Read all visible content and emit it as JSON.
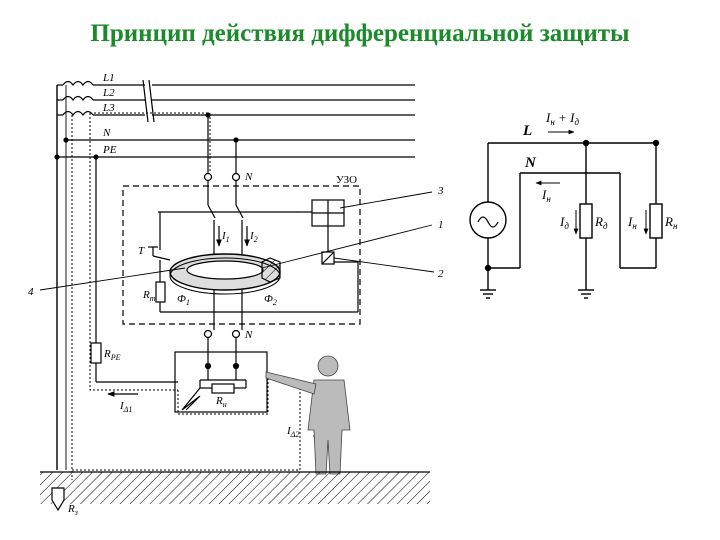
{
  "title": {
    "text": "Принцип действия дифференциальной защиты",
    "color": "#1a8a2a"
  },
  "left_schematic": {
    "lines": [
      "L1",
      "L2",
      "L3",
      "N",
      "PE"
    ],
    "uzo_label": "УЗО",
    "neutral_top": "N",
    "neutral_bottom": "N",
    "current_1": "I",
    "current_1_sub": "1",
    "current_2": "I",
    "current_2_sub": "2",
    "test_button": "T",
    "resistor_t": "R",
    "resistor_t_sub": "т",
    "flux_1": "Ф",
    "flux_1_sub": "1",
    "flux_2": "Ф",
    "flux_2_sub": "2",
    "callout_1": "1",
    "callout_2": "2",
    "callout_3": "3",
    "callout_4": "4",
    "resistor_pe": "R",
    "resistor_pe_sub": "PE",
    "load_resistor": "R",
    "load_resistor_sub": "н",
    "leak_current_1": "I",
    "leak_current_1_sub": "Δ1",
    "leak_current_2": "I",
    "leak_current_2_sub": "Δ2",
    "ground_resistor": "R",
    "ground_resistor_sub": "з"
  },
  "right_schematic": {
    "line_l": "L",
    "line_n": "N",
    "current_sum_a": "I",
    "current_sum_a_sub": "н",
    "current_sum_plus": " + ",
    "current_sum_b": "I",
    "current_sum_b_sub": "д",
    "current_return": "I",
    "current_return_sub": "н",
    "branch_1_current": "I",
    "branch_1_current_sub": "д",
    "branch_1_resistor": "R",
    "branch_1_resistor_sub": "д",
    "branch_2_current": "I",
    "branch_2_current_sub": "н",
    "branch_2_resistor": "R",
    "branch_2_resistor_sub": "н"
  }
}
